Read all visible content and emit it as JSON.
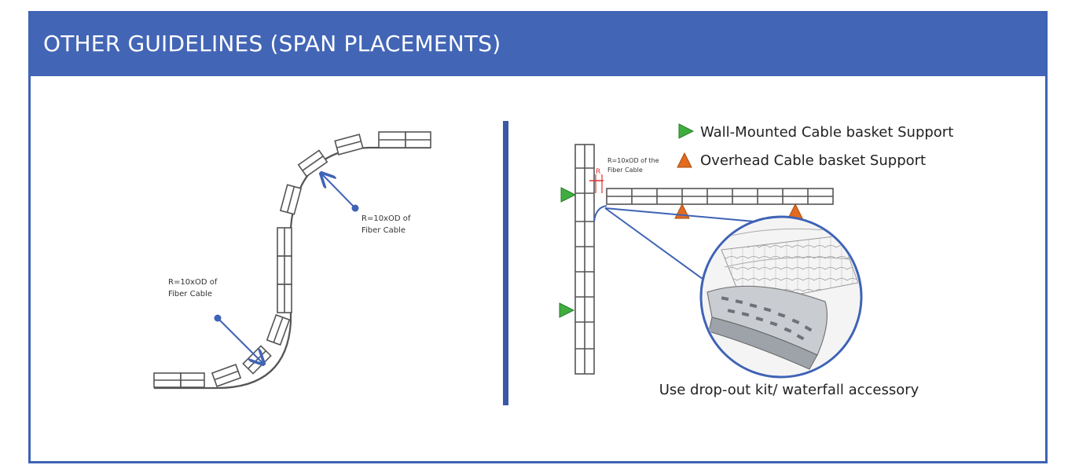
{
  "header": {
    "title": "OTHER GUIDELINES (SPAN PLACEMENTS)"
  },
  "left_diagram": {
    "label_upper_line1": "R=10xOD of",
    "label_upper_line2": "Fiber Cable",
    "label_lower_line1": "R=10xOD of",
    "label_lower_line2": "Fiber Cable"
  },
  "right_diagram": {
    "radius_label_line1": "R=10xOD of the",
    "radius_label_line2": "Fiber Cable",
    "radius_marker": "R",
    "legend_wall": "Wall-Mounted Cable basket Support",
    "legend_overhead": "Overhead Cable basket Support",
    "caption": "Use drop-out kit/ waterfall accessory"
  },
  "colors": {
    "header_bg": "#4265b6",
    "divider": "#3a57a8",
    "wall_support": "#3fae3f",
    "overhead_support": "#e36a1e",
    "arrow": "#3f63b5",
    "radius_marker": "#e03030"
  }
}
